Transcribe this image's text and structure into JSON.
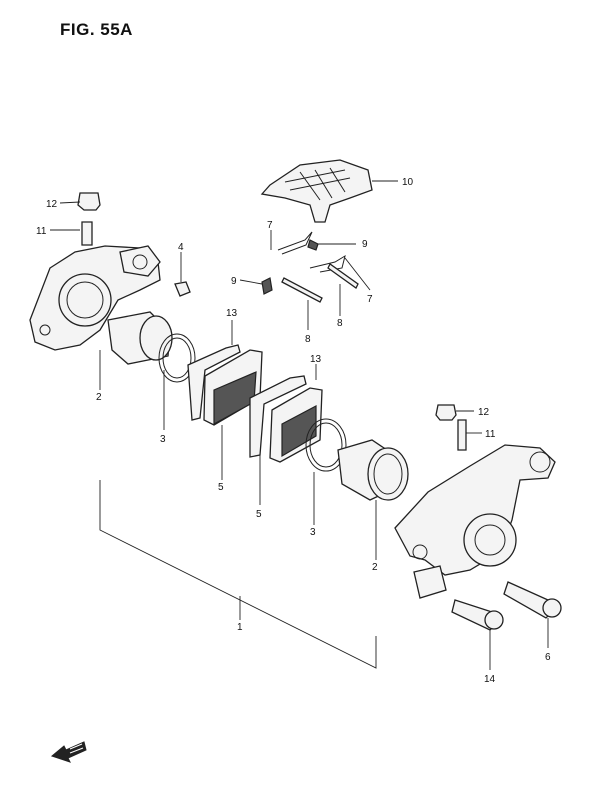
{
  "figure": {
    "title": "FIG. 55A"
  },
  "callouts": {
    "c1": "1",
    "c2a": "2",
    "c2b": "2",
    "c3a": "3",
    "c3b": "3",
    "c4": "4",
    "c5a": "5",
    "c5b": "5",
    "c6": "6",
    "c7a": "7",
    "c7b": "7",
    "c8a": "8",
    "c8b": "8",
    "c9a": "9",
    "c9b": "9",
    "c10": "10",
    "c11a": "11",
    "c11b": "11",
    "c12a": "12",
    "c12b": "12",
    "c13a": "13",
    "c13b": "13",
    "c14": "14"
  },
  "icons": {
    "front_arrow": "front-direction-arrow-icon"
  }
}
